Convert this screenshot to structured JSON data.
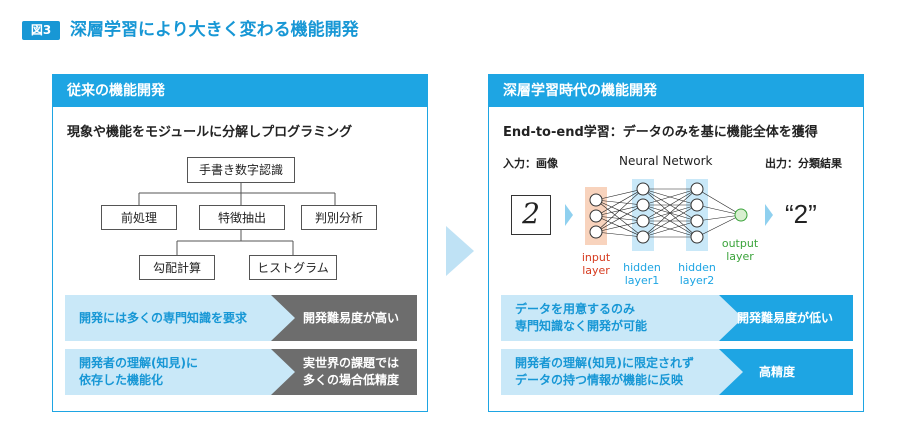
{
  "figure": {
    "tag": "図3",
    "title": "深層学習により大きく変わる機能開発"
  },
  "left": {
    "header": "従来の機能開発",
    "subtitle": "現象や機能をモジュールに分解しプログラミング",
    "tree": {
      "root": "手書き数字認識",
      "level1": [
        "前処理",
        "特徴抽出",
        "判別分析"
      ],
      "level2": [
        "勾配計算",
        "ヒストグラム"
      ]
    },
    "bars": [
      {
        "left": "開発には多くの専門知識を要求",
        "right": "開発難易度が高い"
      },
      {
        "left": "開発者の理解(知見)に\n依存した機能化",
        "right": "実世界の課題では\n多くの場合低精度"
      }
    ]
  },
  "right": {
    "header": "深層学習時代の機能開発",
    "subtitle": "End-to-end学習：データのみを基に機能全体を獲得",
    "input_label": "入力：画像",
    "network_label": "Neural Network",
    "output_label": "出力：分類結果",
    "output_value": "“2”",
    "handwritten_digit": "2",
    "layers": {
      "input": "input\nlayer",
      "hidden1": "hidden\nlayer1",
      "hidden2": "hidden\nlayer2",
      "output": "output\nlayer"
    },
    "bars": [
      {
        "left": "データを用意するのみ\n専門知識なく開発が可能",
        "right": "開発難易度が低い"
      },
      {
        "left": "開発者の理解(知見)に限定されず\nデータの持つ情報が機能に反映",
        "right": "高精度"
      }
    ]
  },
  "colors": {
    "accent": "#1ea5e3",
    "light": "#c9e8f8",
    "dark_gray": "#6d6d6d",
    "input_layer": "#d63a1e",
    "hidden_layer": "#1ea5e3",
    "output_layer": "#3aa33a"
  }
}
